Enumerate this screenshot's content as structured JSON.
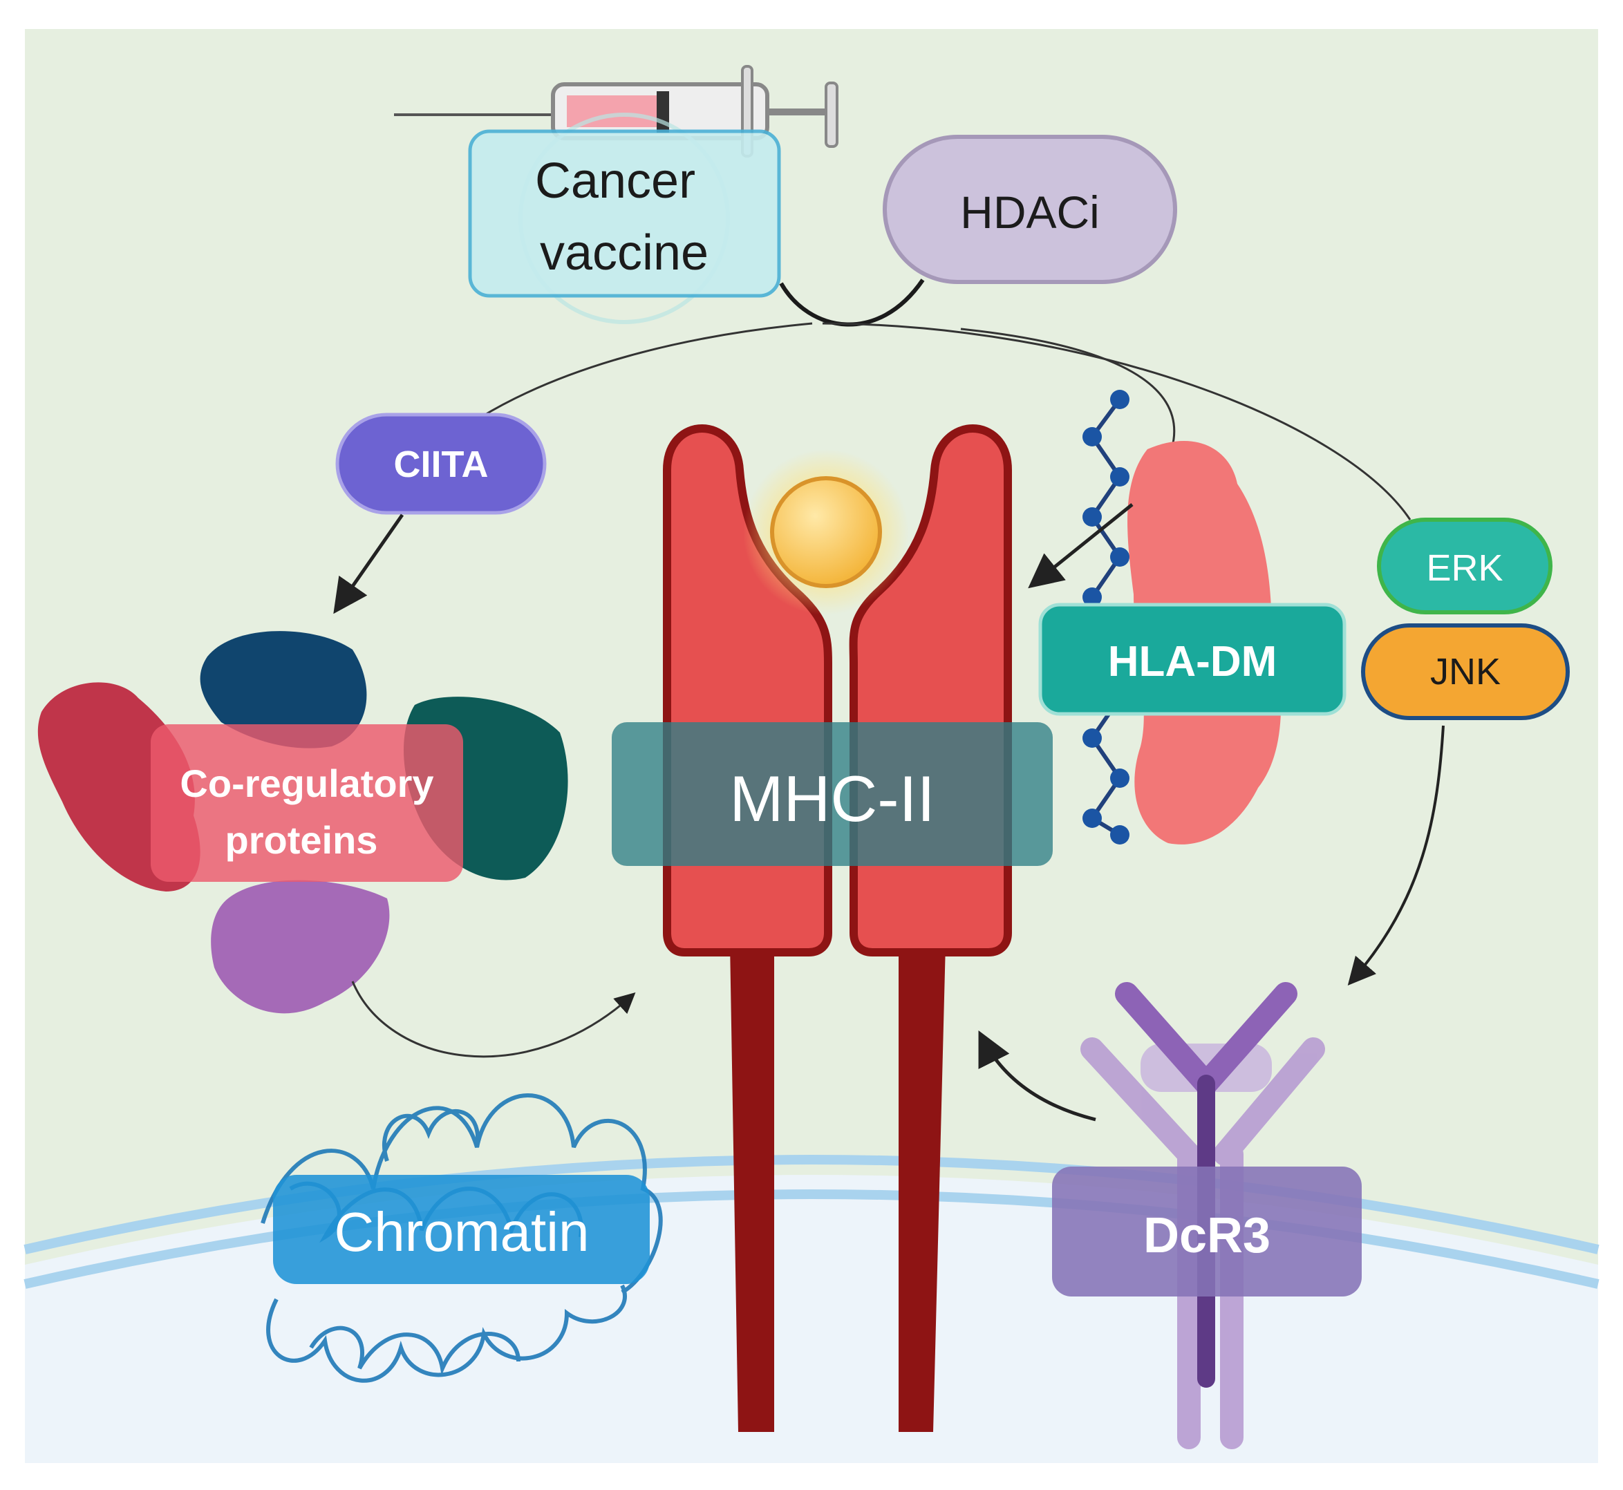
{
  "labels": {
    "cancer_vaccine_line1": "Cancer",
    "cancer_vaccine_line2": "vaccine",
    "hdaci": "HDACi",
    "ciita": "CIITA",
    "coregulatory_line1": "Co-regulatory",
    "coregulatory_line2": "proteins",
    "mhc_ii": "MHC-II",
    "hla_dm": "HLA-DM",
    "erk": "ERK",
    "jnk": "JNK",
    "chromatin": "Chromatin",
    "dcr3": "DcR3"
  },
  "colors": {
    "background": "#e6efe0",
    "membrane": "#a9d3ee",
    "cytoplasm": "#edf4fa",
    "mhc_red": "#e65050",
    "mhc_dark": "#8e1414",
    "ciita": "#6d63d2",
    "hdaci": "#ccc2dc",
    "vaccine_box": "#c4ecef",
    "hla_dm": "#1aa99b",
    "erk": "#2bb9a5",
    "jnk": "#f4a632",
    "dcr3": "#8573b6",
    "mhc_label": "#2f7f86"
  }
}
